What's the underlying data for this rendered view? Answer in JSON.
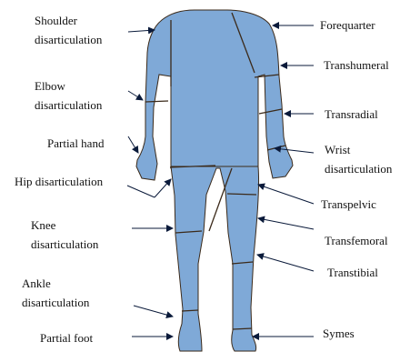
{
  "figure": {
    "body_fill": "#7FA9D7",
    "outline_color": "#3b2a1a",
    "arrow_color": "#0a1a3a"
  },
  "labels": {
    "shoulder": "Shoulder\ndisarticulation",
    "elbow": "Elbow\ndisarticulation",
    "partial_hand": "Partial hand",
    "hip": "Hip disarticulation",
    "knee": "Knee\ndisarticulation",
    "ankle": "Ankle\ndisarticulation",
    "partial_foot": "Partial foot",
    "forequarter": "Forequarter",
    "transhumeral": "Transhumeral",
    "transradial": "Transradial",
    "wrist": "Wrist\ndisarticulation",
    "transpelvic": "Transpelvic",
    "transfemoral": "Transfemoral",
    "transtibial": "Transtibial",
    "symes": "Symes"
  }
}
